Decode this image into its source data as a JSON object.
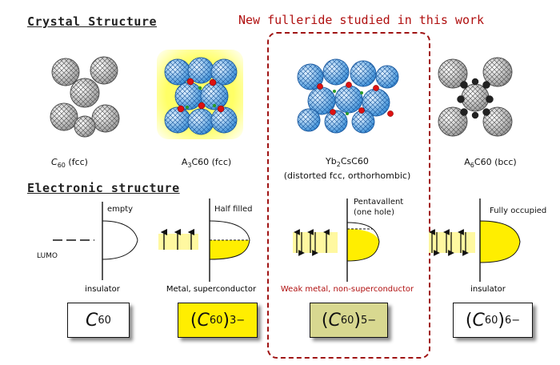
{
  "headers": {
    "crystal": "Crystal Structure",
    "electronic": "Electronic structure",
    "highlight": "New fulleride studied in this work"
  },
  "crystals": [
    {
      "base": "C",
      "sub": "60",
      "rest": " (fcc)",
      "line2": ""
    },
    {
      "base": "A",
      "sub": "3",
      "rest": "C60 (fcc)",
      "line2": ""
    },
    {
      "base": "Yb",
      "sub": "2",
      "rest": "CsC60",
      "line2": "(distorted fcc, orthorhombic)"
    },
    {
      "base": "A",
      "sub": "6",
      "rest": "C60 (bcc)",
      "line2": ""
    }
  ],
  "band_labels": {
    "empty": "empty",
    "lumo": "LUMO",
    "half_filled": "Half filled",
    "pentavalent_1": "Pentavallent",
    "pentavalent_2": "(one hole)",
    "fully": "Fully occupied"
  },
  "states": [
    "insulator",
    "Metal, superconductor",
    "Weak metal, non-superconductor",
    "insulator"
  ],
  "formulas": [
    {
      "open": "",
      "base": "C",
      "sub": "60",
      "close": "",
      "sup": ""
    },
    {
      "open": "(",
      "base": "C",
      "sub": "60",
      "close": ")",
      "sup": "3−"
    },
    {
      "open": "(",
      "base": "C",
      "sub": "60",
      "close": ")",
      "sup": "5−"
    },
    {
      "open": "(",
      "base": "C",
      "sub": "60",
      "close": ")",
      "sup": "6−"
    }
  ],
  "colors": {
    "accent_red": "#b01010",
    "fill_yellow": "#ffee00",
    "box_khaki": "#d8d890",
    "bucky_blue": "#3a8fd8",
    "bucky_gray": "#bbbbbb"
  }
}
